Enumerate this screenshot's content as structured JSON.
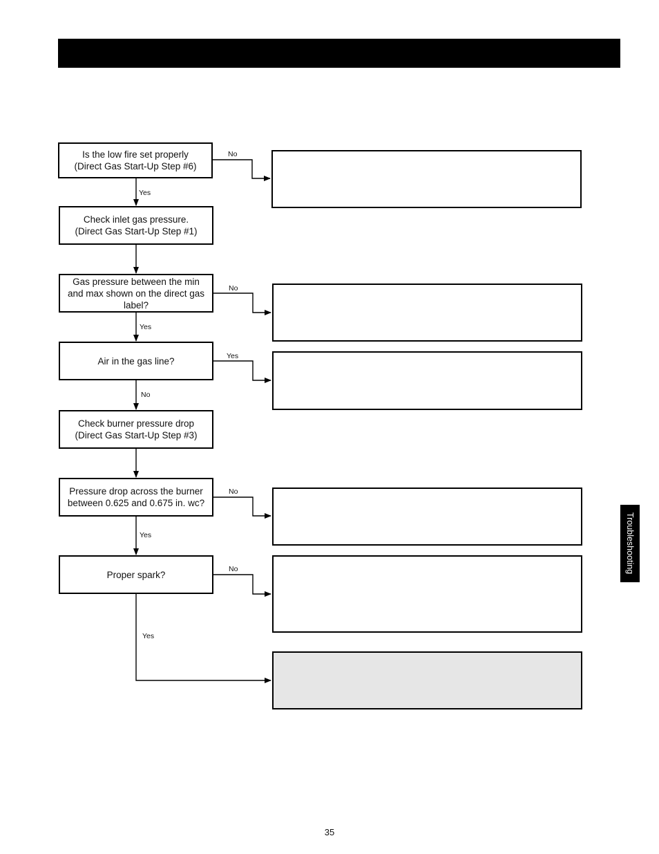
{
  "nodes": [
    {
      "text": "Is the low fire set properly\n(Direct Gas Start-Up Step #6)"
    },
    {
      "text": "Check inlet gas pressure.\n(Direct Gas Start-Up Step #1)"
    },
    {
      "text": "Gas pressure between the min\nand max shown on the direct gas\nlabel?"
    },
    {
      "text": "Air in the gas line?"
    },
    {
      "text": "Check burner pressure drop\n(Direct Gas Start-Up Step #3)"
    },
    {
      "text": "Pressure drop across the burner\nbetween 0.625 and 0.675 in. wc?"
    },
    {
      "text": "Proper spark?"
    }
  ],
  "edge_labels": {
    "e1_no": "No",
    "e1_yes": "Yes",
    "e3_no": "No",
    "e3_yes": "Yes",
    "e4_yes": "Yes",
    "e4_no": "No",
    "e6_no": "No",
    "e6_yes": "Yes",
    "e7_no": "No",
    "e7_yes": "Yes"
  },
  "side_tab": "Troubleshooting",
  "page_number": "35"
}
